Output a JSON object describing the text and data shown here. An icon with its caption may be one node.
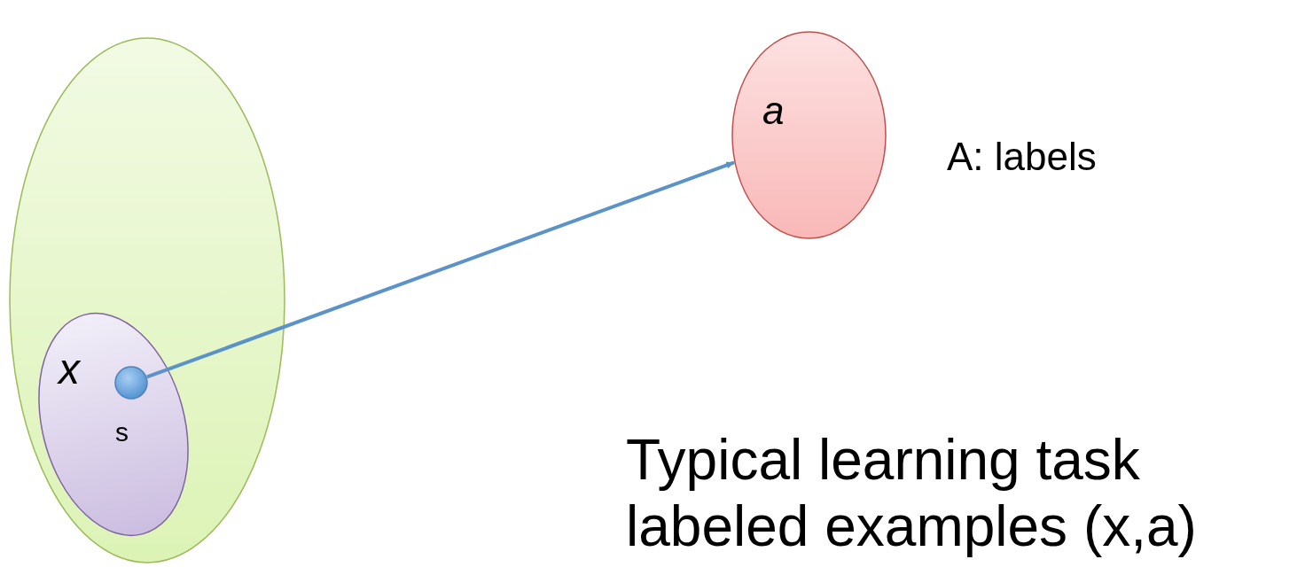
{
  "diagram": {
    "caption": "Typical learning task labeled examples (x,a)",
    "nodes": [
      {
        "text": [],
        "shape": "ellipse"
      },
      {
        "text": [
          "s"
        ],
        "in": 0
      },
      {
        "text": [],
        "shape": "circle",
        "in": 1,
        "beside": [
          "x"
        ]
      },
      {
        "text": [
          "a"
        ],
        "beside": [
          "A: labels"
        ]
      }
    ],
    "edges": [
      {
        "from": 2,
        "to": 3,
        "arrow": "to"
      }
    ]
  }
}
